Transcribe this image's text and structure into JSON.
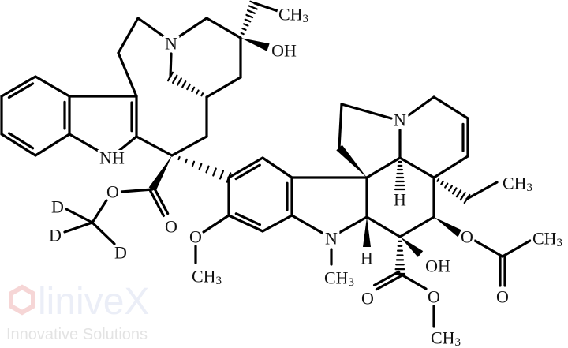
{
  "watermark": {
    "brand": "liniveX",
    "tagline": "Innovative Solutions",
    "logo_color": "#f3c9c9",
    "text_color": "#dfe3f2"
  },
  "atoms": {
    "ch3_top": "CH3",
    "n_top": "N",
    "oh_top": "OH",
    "nh": "NH",
    "o_ester": "O",
    "o_carbonyl_left": "O",
    "d1": "D",
    "d2": "D",
    "d3": "D",
    "o_methoxy": "O",
    "ch3_methoxy": "CH3",
    "n_vindoline": "N",
    "ch3_nmethyl": "CH3",
    "h_lower": "H",
    "n_right": "N",
    "h_mid": "H",
    "ch3_ethyl": "CH3",
    "o_acetoxy": "O",
    "ch3_acetyl": "CH3",
    "o_acetyl_carbonyl": "O",
    "oh_lower": "OH",
    "o_carbonyl_right": "O",
    "o_ester_right": "O",
    "ch3_ester": "CH3"
  }
}
